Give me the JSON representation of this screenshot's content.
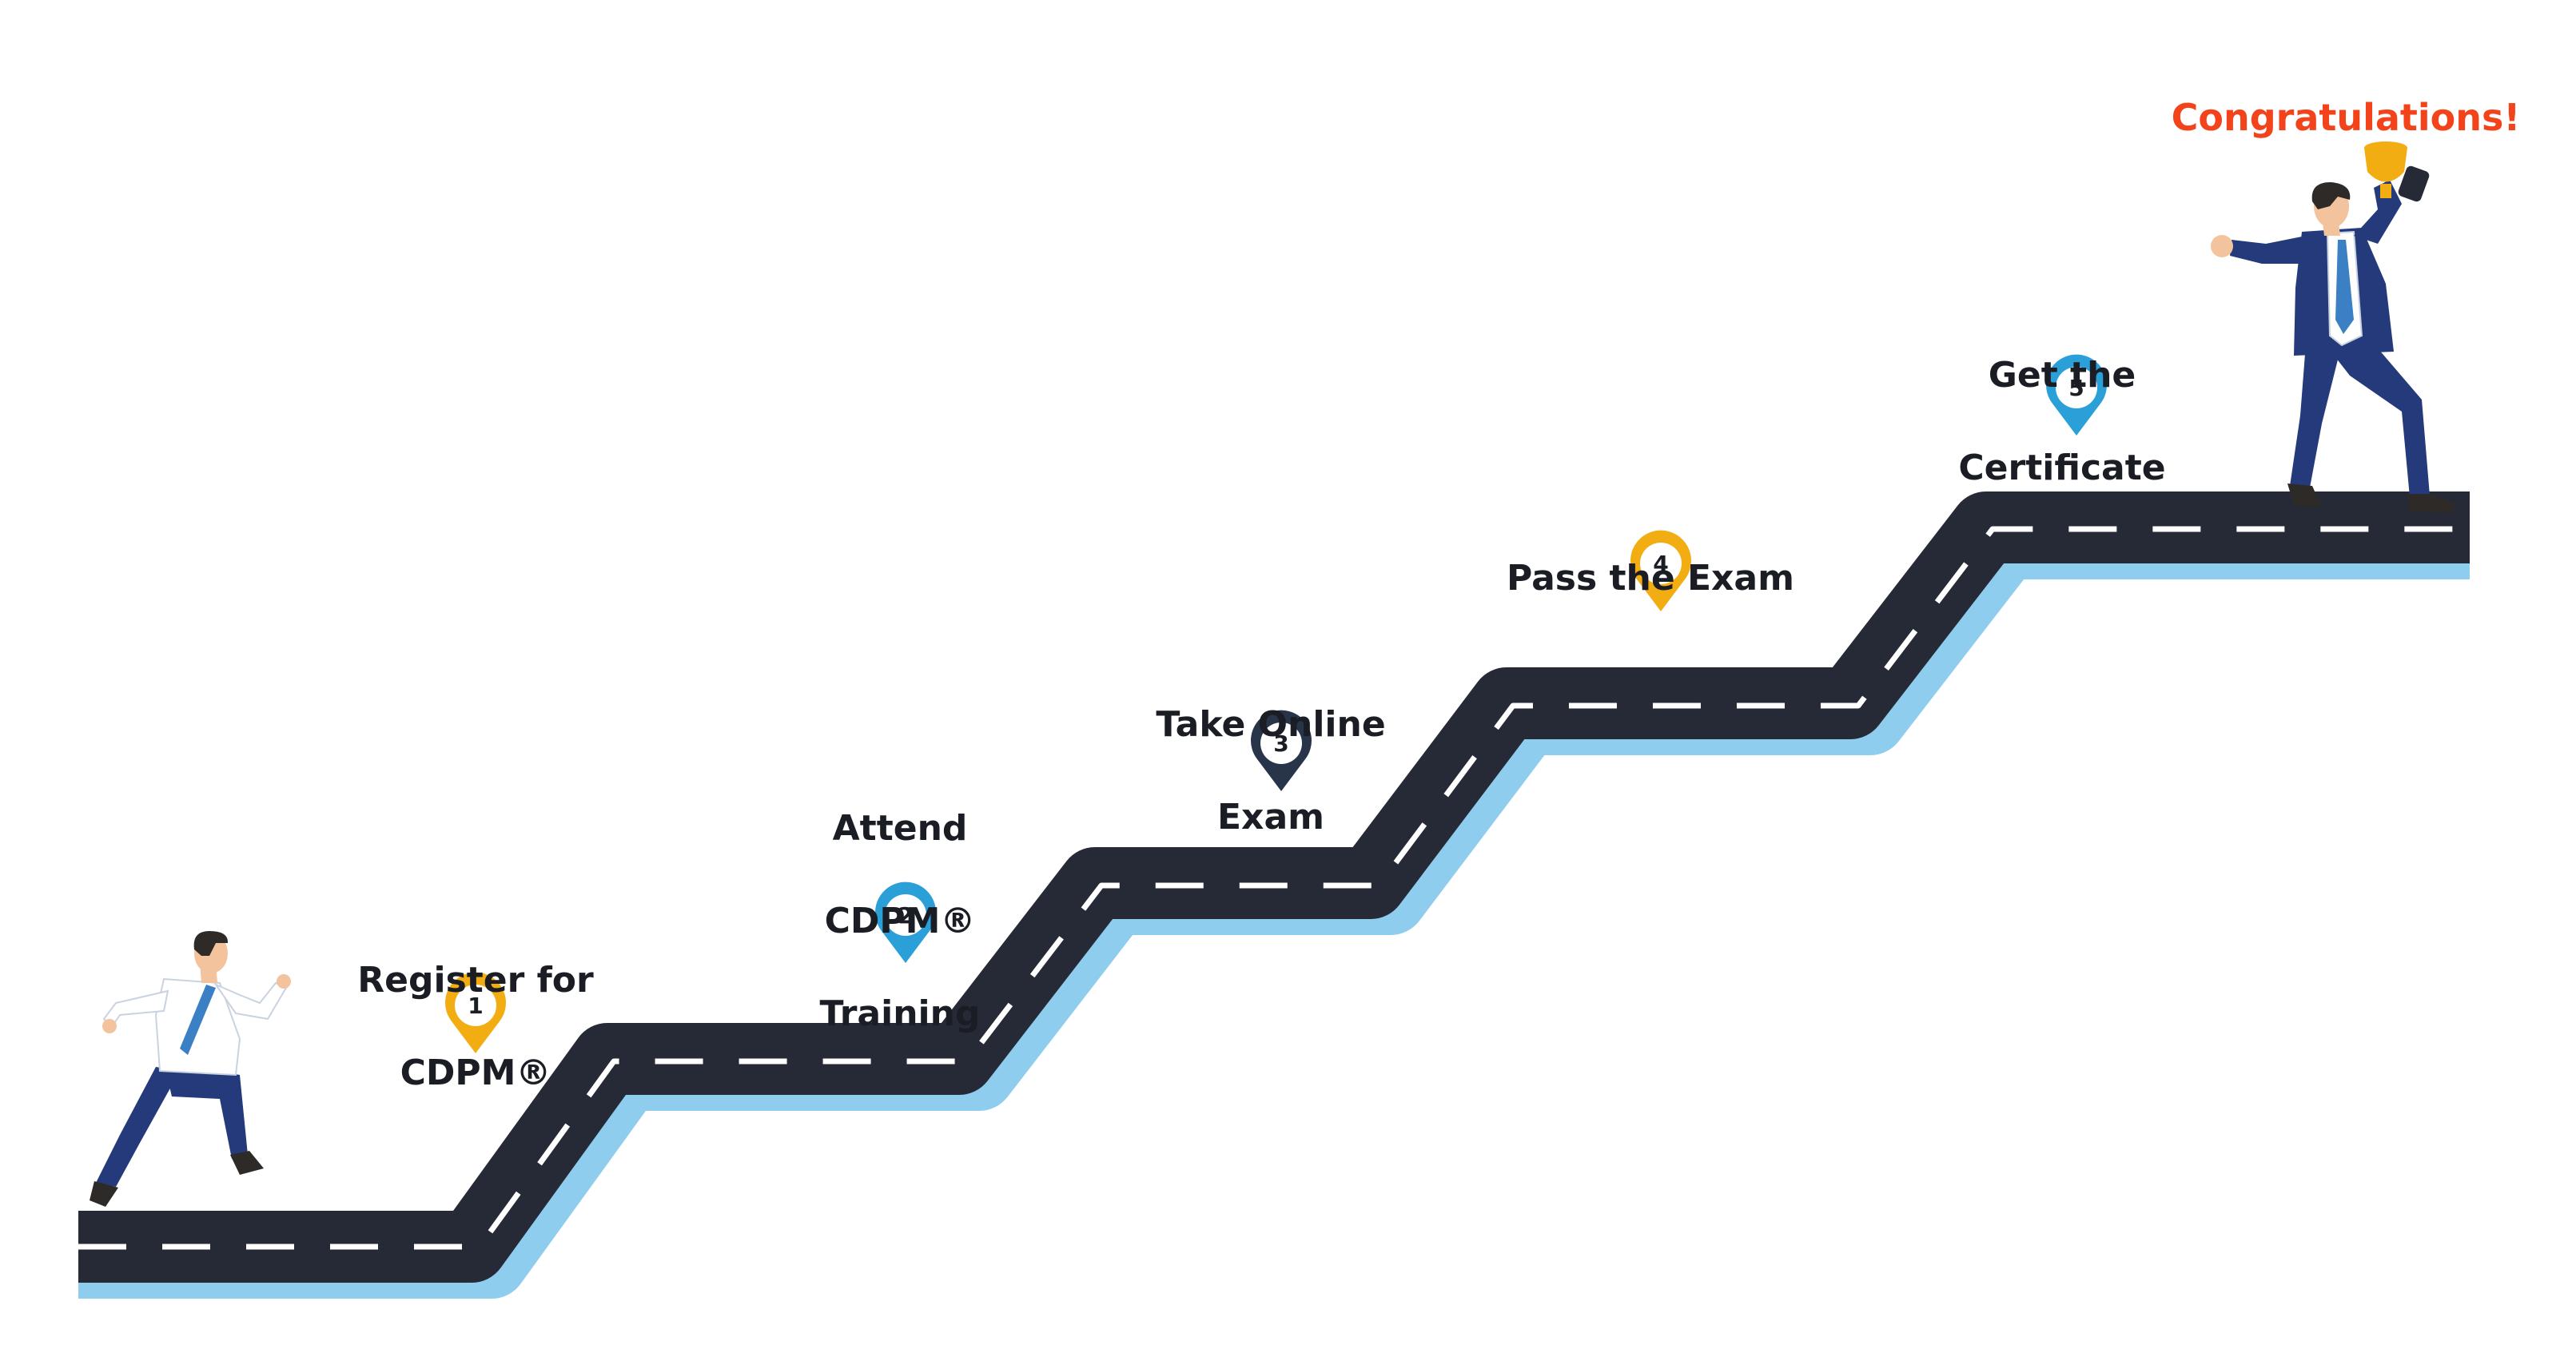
{
  "diagram": {
    "steps": [
      {
        "number": "1",
        "label_lines": [
          "Register for",
          "CDPM®"
        ],
        "pin_color": "#f2ad13"
      },
      {
        "number": "2",
        "label_lines": [
          "Attend",
          "CDPM®",
          "Training"
        ],
        "pin_color": "#2a9fd8"
      },
      {
        "number": "3",
        "label_lines": [
          "Take Online",
          "Exam"
        ],
        "pin_color": "#27344a"
      },
      {
        "number": "4",
        "label_lines": [
          "Pass the Exam"
        ],
        "pin_color": "#f2ad13"
      },
      {
        "number": "5",
        "label_lines": [
          "Get the",
          "Certificate"
        ],
        "pin_color": "#2a9fd8"
      }
    ],
    "final_message": "Congratulations!"
  },
  "colors": {
    "road": "#262a36",
    "road_shadow": "#8fcdee",
    "lane_marking": "#ffffff",
    "suit": "#243a7a",
    "shirt": "#ffffff",
    "tie": "#3b7fc4",
    "skin": "#f2c39c",
    "hair": "#2e2a28",
    "trophy": "#f2ad13",
    "congrats": "#f2431b"
  }
}
